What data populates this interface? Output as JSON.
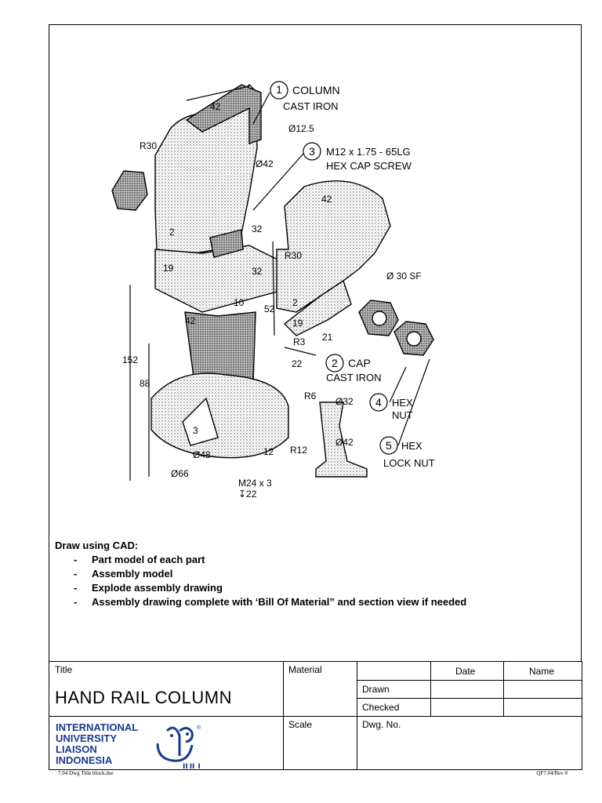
{
  "instructions": {
    "heading": "Draw using CAD:",
    "items": [
      "Part model of each part",
      "Assembly model",
      "Explode assembly drawing",
      "Assembly drawing complete with ‘Bill Of Material” and section view if needed"
    ]
  },
  "drawing": {
    "callouts": [
      {
        "num": "1",
        "line1": "COLUMN",
        "line2": "CAST IRON"
      },
      {
        "num": "3",
        "line1": "M12 x 1.75 - 65LG",
        "line2": "HEX CAP SCREW"
      },
      {
        "num": "2",
        "line1": "CAP",
        "line2": "CAST IRON"
      },
      {
        "num": "4",
        "line1": "HEX",
        "line2": "NUT"
      },
      {
        "num": "5",
        "line1": "HEX",
        "line2": "LOCK NUT"
      }
    ],
    "dims": {
      "d42a": "42",
      "d125": "Ø12.5",
      "r30": "R30",
      "d42b": "Ø42",
      "d32a": "32",
      "d2a": "2",
      "d19a": "19",
      "d32b": "32",
      "d10": "10",
      "d52": "52",
      "d42c": "42",
      "d152": "152",
      "d88": "88",
      "d3": "3",
      "d48": "Ø48",
      "d66": "Ø66",
      "d12": "12",
      "m24": "M24 x 3",
      "d22": "↧22",
      "c42": "42",
      "r30b": "R30",
      "d30sf": "Ø 30 SF",
      "d2b": "2",
      "d19b": "19",
      "r3": "R3",
      "d21": "21",
      "d22b": "22",
      "r6": "R6",
      "d32c": "Ø32",
      "r12": "R12",
      "d42d": "Ø42"
    }
  },
  "titleblock": {
    "title_label": "Title",
    "title": "HAND RAIL COLUMN",
    "material_label": "Material",
    "date_label": "Date",
    "name_label": "Name",
    "drawn_label": "Drawn",
    "checked_label": "Checked",
    "scale_label": "Scale",
    "dwg_label": "Dwg. No.",
    "logo_lines": [
      "INTERNATIONAL",
      "UNIVERSITY",
      "LIAISON",
      "INDONESIA"
    ],
    "logo_mark": "IULI"
  },
  "footer": {
    "left": "7.04 Dwg Title block.doc",
    "right": "QF7.04/Rev 0"
  }
}
